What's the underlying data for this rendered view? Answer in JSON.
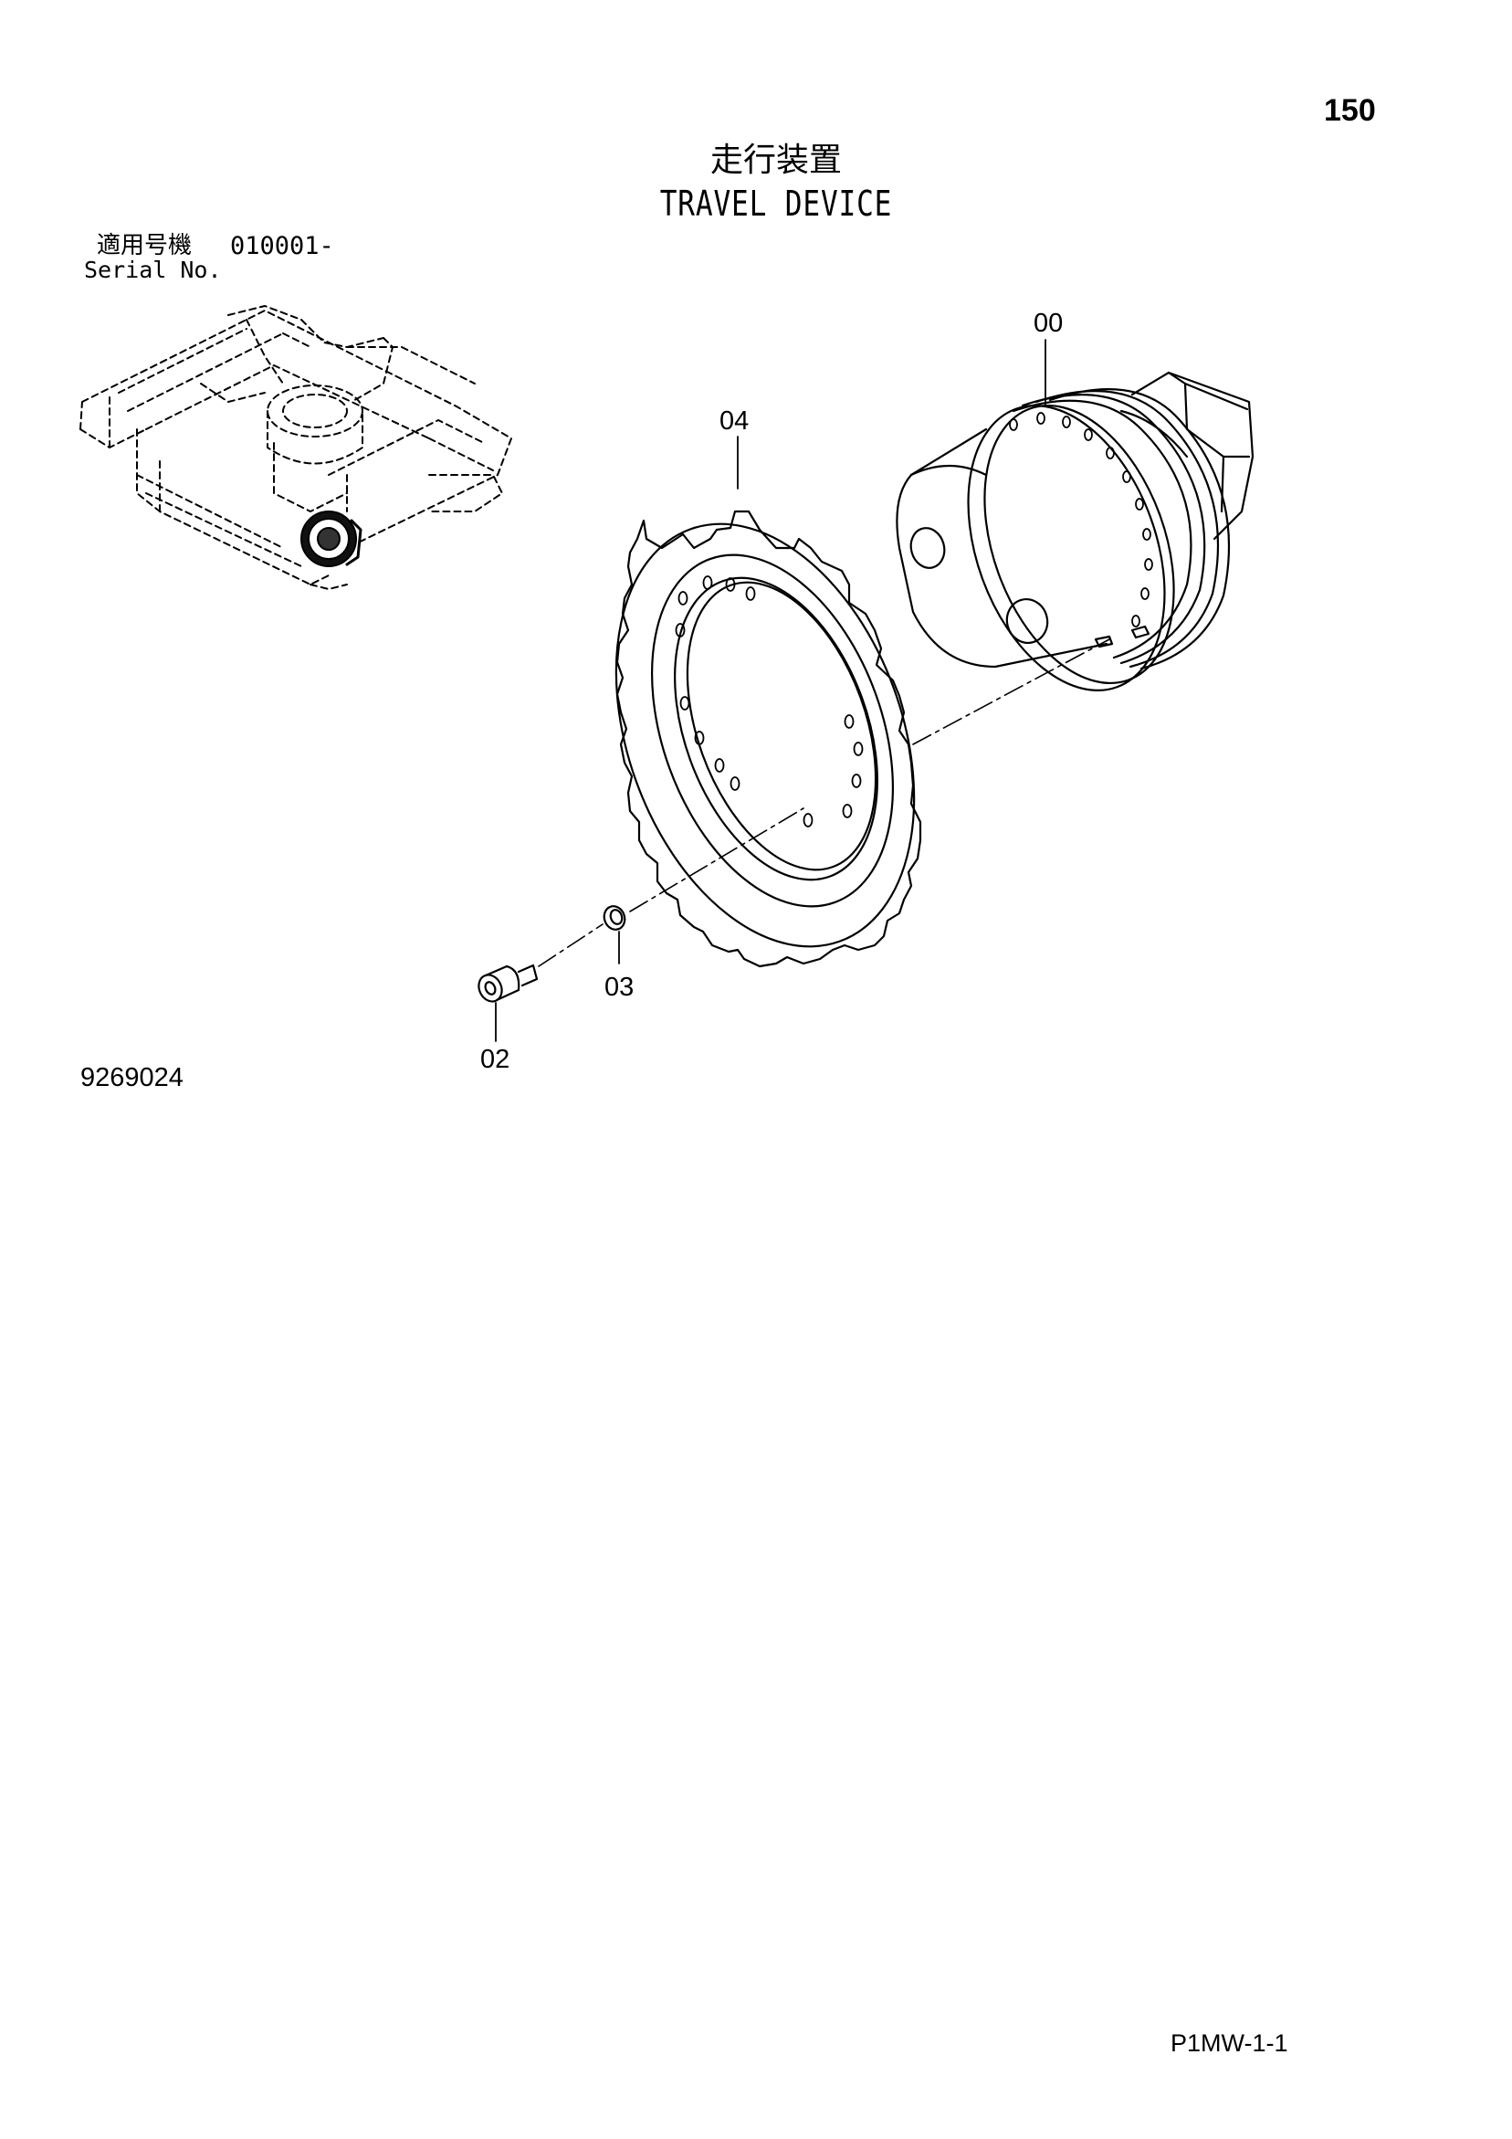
{
  "header": {
    "page_number": "150",
    "title_ja": "走行装置",
    "title_en": "TRAVEL DEVICE"
  },
  "serial": {
    "label_ja": "適用号機",
    "value": "010001-",
    "label_en": "Serial No."
  },
  "callouts": {
    "motor": "00",
    "sprocket": "04",
    "washer": "03",
    "bolt": "02"
  },
  "figure_number": "9269024",
  "footer": {
    "code": "P1MW-1-1"
  }
}
